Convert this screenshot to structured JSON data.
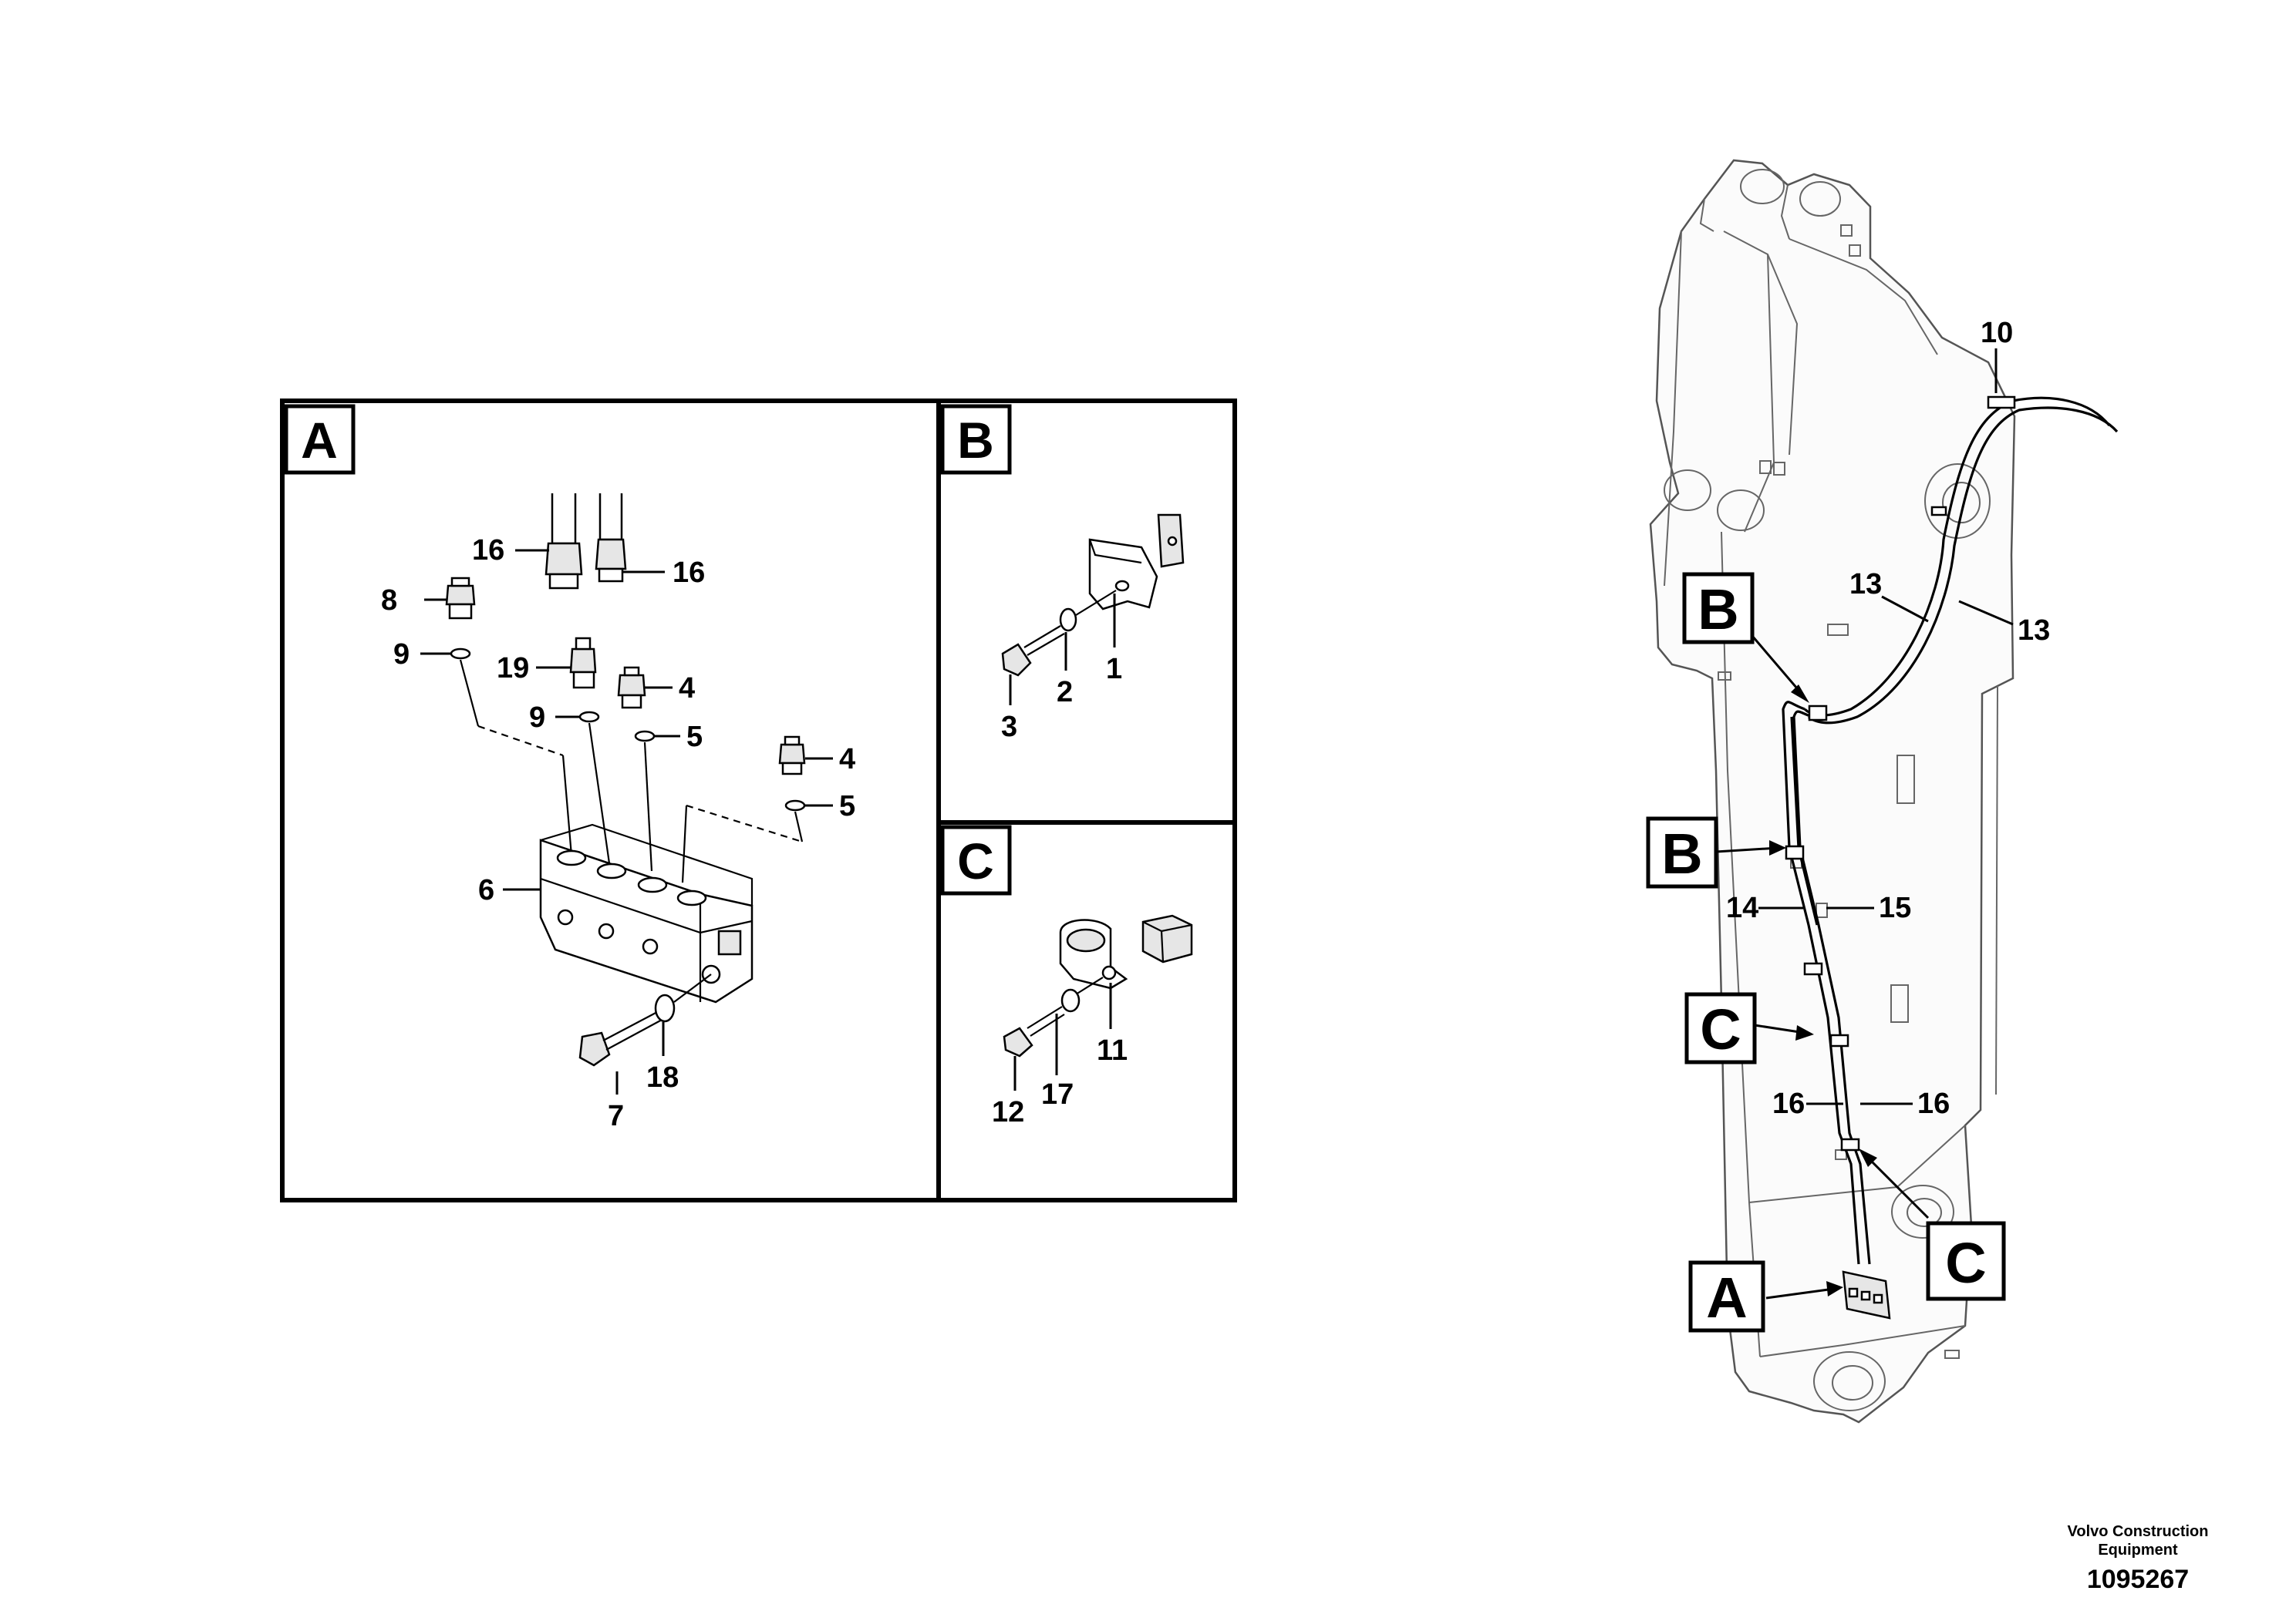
{
  "panels": {
    "a": {
      "letter": "A"
    },
    "b": {
      "letter": "B"
    },
    "c": {
      "letter": "C"
    }
  },
  "detail_a_labels": {
    "p16a": "16",
    "p16b": "16",
    "p8": "8",
    "p9a": "9",
    "p19": "19",
    "p4a": "4",
    "p9b": "9",
    "p5a": "5",
    "p4b": "4",
    "p5b": "5",
    "p6": "6",
    "p7": "7",
    "p18": "18"
  },
  "detail_b_labels": {
    "p1": "1",
    "p2": "2",
    "p3": "3"
  },
  "detail_c_labels": {
    "p11": "11",
    "p12": "12",
    "p17": "17"
  },
  "boom_labels": {
    "p10": "10",
    "p13a": "13",
    "p13b": "13",
    "p14": "14",
    "p15": "15",
    "p16a": "16",
    "p16b": "16"
  },
  "boom_callouts": {
    "b_upper": "B",
    "b_lower": "B",
    "c_upper": "C",
    "c_lower": "C",
    "a": "A"
  },
  "footer": {
    "company": "Volvo Construction Equipment",
    "number": "1095267"
  }
}
